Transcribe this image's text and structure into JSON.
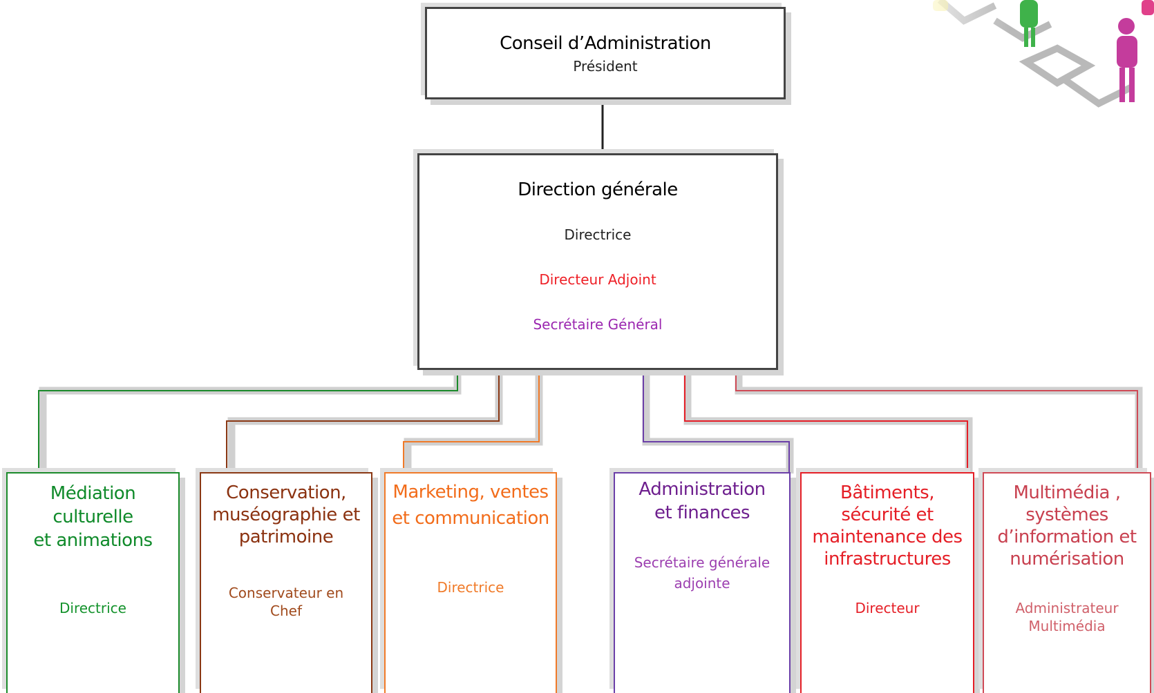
{
  "board": {
    "title": "Conseil d’Administration",
    "role": "Président"
  },
  "direction": {
    "title": "Direction générale",
    "roles": [
      "Directrice",
      "Directeur Adjoint",
      "Secrétaire Général"
    ]
  },
  "departments": [
    {
      "id": "mediation",
      "title_lines": [
        "Médiation",
        "culturelle",
        "et animations"
      ],
      "role_lines": [
        "Directrice"
      ],
      "color": "#13922b"
    },
    {
      "id": "conservation",
      "title_lines": [
        "Conservation,",
        "muséographie et",
        "patrimoine"
      ],
      "role_lines": [
        "Conservateur en",
        "Chef"
      ],
      "color": "#8b3210"
    },
    {
      "id": "marketing",
      "title_lines": [
        "Marketing, ventes",
        "et communication"
      ],
      "role_lines": [
        "Directrice"
      ],
      "color": "#f26c1a"
    },
    {
      "id": "admin",
      "title_lines": [
        "Administration",
        "et finances"
      ],
      "role_lines": [
        "Secrétaire générale",
        "adjointe"
      ],
      "color": "#6e1f8e"
    },
    {
      "id": "batiments",
      "title_lines": [
        "Bâtiments,",
        "sécurité et",
        "maintenance des",
        "infrastructures"
      ],
      "role_lines": [
        "Directeur"
      ],
      "color": "#e51e26"
    },
    {
      "id": "multimedia",
      "title_lines": [
        "Multimédia ,",
        "systèmes",
        "d’information et",
        "numérisation"
      ],
      "role_lines": [
        "Administrateur",
        "Multimédia"
      ],
      "color": "#c8404f"
    }
  ]
}
